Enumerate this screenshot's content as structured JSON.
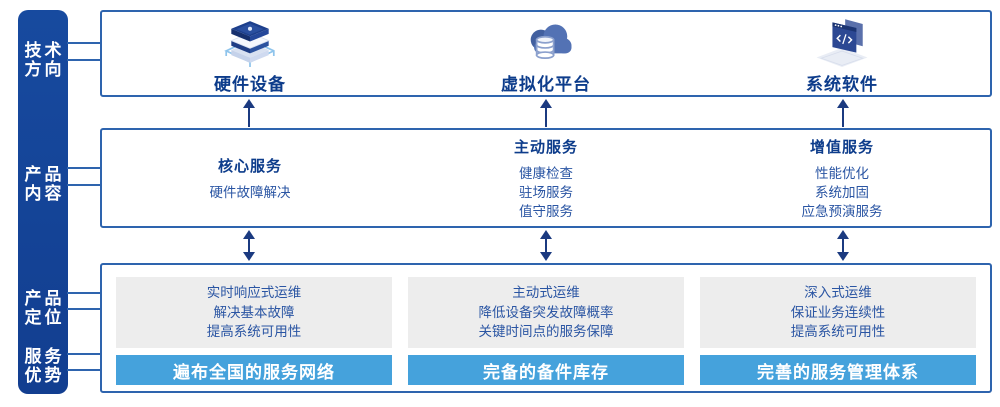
{
  "colors": {
    "sidebar_blue": "#15439a",
    "box_border_blue": "#2e64ae",
    "heading_navy": "#0d3c8b",
    "body_text_blue": "#2a55a3",
    "bar_sky_blue": "#45a2dc",
    "panel_gray": "#ededed",
    "arrow_navy": "#1b3a80"
  },
  "sidebar": {
    "labels": [
      {
        "line1": "技术",
        "line2": "方向"
      },
      {
        "line1": "产品",
        "line2": "内容"
      },
      {
        "line1": "产品",
        "line2": "定位"
      },
      {
        "line1": "服务",
        "line2": "优势"
      }
    ]
  },
  "tech_row": {
    "items": [
      {
        "icon": "server-stack-icon",
        "label": "硬件设备"
      },
      {
        "icon": "cloud-database-icon",
        "label": "虚拟化平台"
      },
      {
        "icon": "code-window-icon",
        "label": "系统软件"
      }
    ]
  },
  "service_row": {
    "columns": [
      {
        "heading": "核心服务",
        "items": [
          "硬件故障解决"
        ]
      },
      {
        "heading": "主动服务",
        "items": [
          "健康检查",
          "驻场服务",
          "值守服务"
        ]
      },
      {
        "heading": "增值服务",
        "items": [
          "性能优化",
          "系统加固",
          "应急预演服务"
        ]
      }
    ]
  },
  "positioning_row": {
    "columns": [
      {
        "lines": [
          "实时响应式运维",
          "解决基本故障",
          "提高系统可用性"
        ],
        "bar": "遍布全国的服务网络"
      },
      {
        "lines": [
          "主动式运维",
          "降低设备突发故障概率",
          "关键时间点的服务保障"
        ],
        "bar": "完备的备件库存"
      },
      {
        "lines": [
          "深入式运维",
          "保证业务连续性",
          "提高系统可用性"
        ],
        "bar": "完善的服务管理体系"
      }
    ]
  }
}
